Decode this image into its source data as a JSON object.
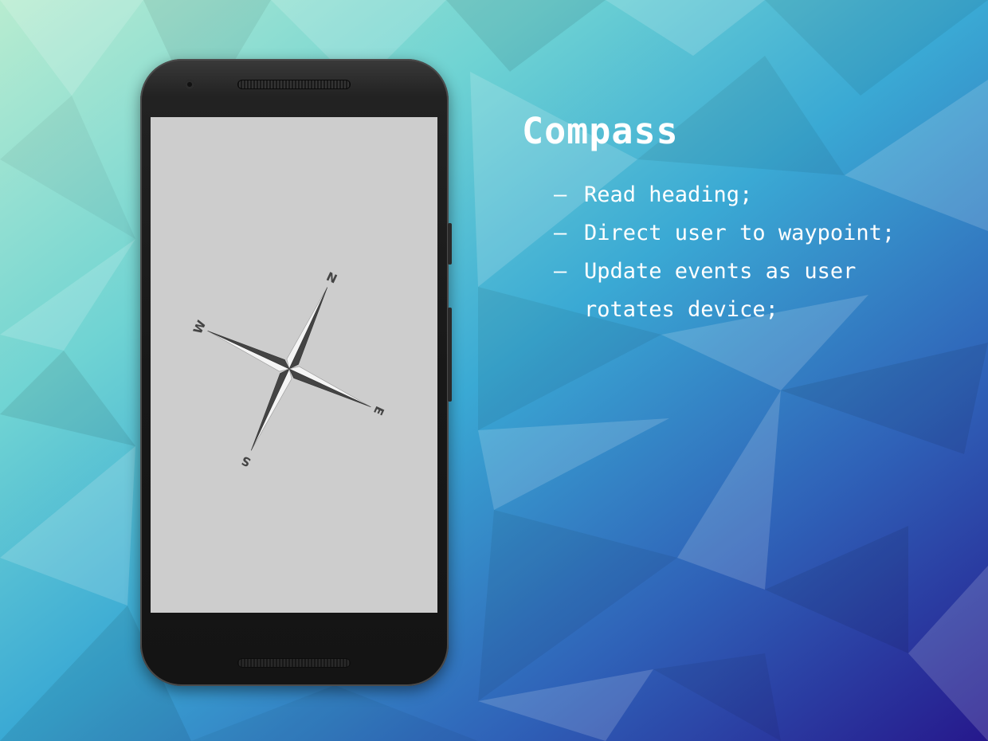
{
  "app": {
    "screen": {
      "background_color": "#cdcdcd",
      "compass": {
        "labels": {
          "north": "N",
          "east": "E",
          "south": "S",
          "west": "W"
        },
        "icon": "compass-rose-icon"
      }
    }
  },
  "slide": {
    "title": "Compass",
    "features": [
      {
        "dash": "–",
        "text": "Read heading;"
      },
      {
        "dash": "–",
        "text": "Direct user to waypoint;"
      },
      {
        "dash": "–",
        "text": "Update events as user rotates device;"
      }
    ]
  },
  "colors": {
    "text": "#ffffff",
    "phone_body": "#1a1a1a",
    "needle_dark": "#444444",
    "needle_light": "#f2f2f2"
  }
}
